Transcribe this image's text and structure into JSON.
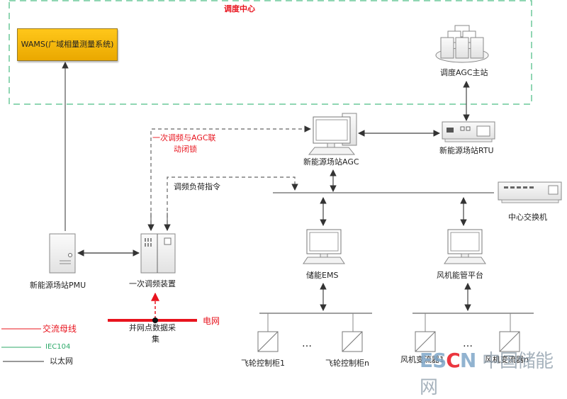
{
  "dispatch_center": {
    "title": "调度中心",
    "wams_label": "WAMS(广域相量测量系统)",
    "agc_master_label": "调度AGC主站"
  },
  "station": {
    "agc_label": "新能源场站AGC",
    "rtu_label": "新能源场站RTU",
    "switch_label": "中心交换机",
    "pmu_label": "新能源场站PMU",
    "pfc_device_label": "一次调频装置",
    "interlock_label_line1": "一次调频与AGC联",
    "interlock_label_line2": "动闭锁",
    "load_command_label": "调频负荷指令",
    "grid_label": "电网",
    "grid_point_label_line1": "并网点数据采",
    "grid_point_label_line2": "集"
  },
  "storage": {
    "ems_label": "储能EMS",
    "cabinet_first_label": "飞轮控制柜1",
    "cabinet_last_label": "飞轮控制柜n",
    "ellipsis": "…"
  },
  "wind": {
    "platform_label": "风机能管平台",
    "converter_first_label": "风机变流器1",
    "converter_last_label": "风机变流器n",
    "ellipsis": "…"
  },
  "legend": {
    "items": [
      {
        "label": "交流母线",
        "color": "#e8141e"
      },
      {
        "label": "IEC104",
        "color": "#2eaa6a"
      },
      {
        "label": "以太网",
        "color": "#222222"
      }
    ]
  },
  "watermark": {
    "es": "ES",
    "c": "C",
    "n": "N",
    "cn": "中国储能网"
  },
  "colors": {
    "dispatch_border": "#6cc99a",
    "ac_bus": "#e8141e",
    "ethernet": "#333333",
    "wams_fill": "#f5b800"
  }
}
